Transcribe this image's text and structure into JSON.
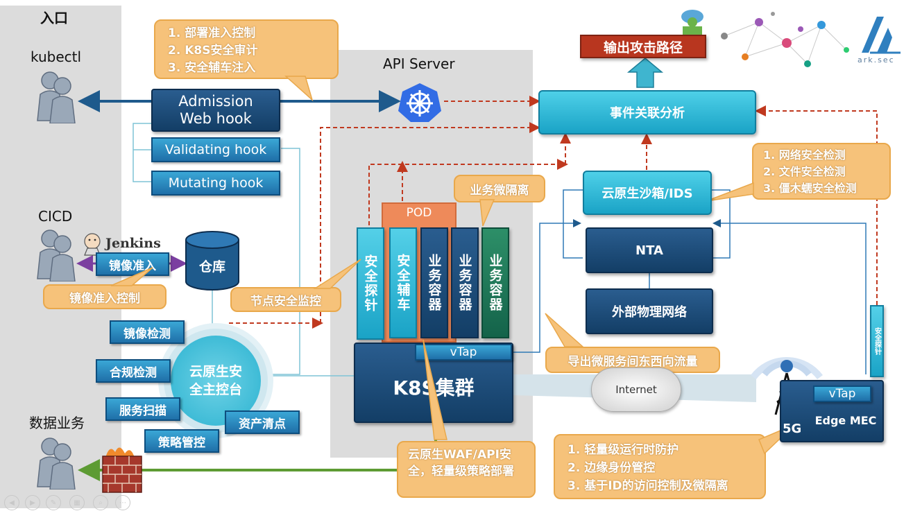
{
  "entry": {
    "title": "入口",
    "kubectl": "kubectl",
    "cicd": "CICD",
    "data_business": "数据业务"
  },
  "api_server": "API Server",
  "admission": {
    "title": "Admission Web hook",
    "validating": "Validating hook",
    "mutating": "Mutating hook"
  },
  "callout_admission": [
    "1. 部署准入控制",
    "2. K8S安全审计",
    "3. 安全辅车注入"
  ],
  "output": "输出攻击路径",
  "event": "事件关联分析",
  "callout_security": [
    "1. 网络安全检测",
    "2. 文件安全检测",
    "3. 僵木蠕安全检测"
  ],
  "sandbox": "云原生沙箱/IDS",
  "nta": "NTA",
  "external": "外部物理网络",
  "micro_isolation": "业务微隔离",
  "pod": "POD",
  "columns": [
    "安全探针",
    "安全辅车",
    "业务容器",
    "业务容器",
    "业务容器"
  ],
  "vtap": "vTap",
  "cluster": "K8S集群",
  "export_traffic": "导出微服务间东西向流量",
  "internet": "Internet",
  "node_monitor": "节点安全监控",
  "jenkins": "Jenkins",
  "repo": "仓库",
  "image_access": "镜像准入",
  "image_access_ctrl": "镜像准入控制",
  "side_items": [
    "镜像检测",
    "合规检测",
    "服务扫描",
    "策略管控"
  ],
  "asset": "资产清点",
  "console": "云原生安全主控台",
  "waf_callout": "云原生WAF/API安全，轻量级策略部署",
  "edge_callout": [
    "1. 轻量级运行时防护",
    "2. 边缘身份管控",
    "3. 基于ID的访问控制及微隔离"
  ],
  "edge": {
    "label5g": "5G",
    "title": "Edge MEC",
    "probe": "安全探针",
    "vtap": "vTap"
  },
  "logo": "ark.sec",
  "colors": {
    "dark": "#1a4a78",
    "cyan": "#27b6d6",
    "orange": "#f6c27a",
    "green": "#1e7a5a",
    "red": "#b8361f"
  }
}
